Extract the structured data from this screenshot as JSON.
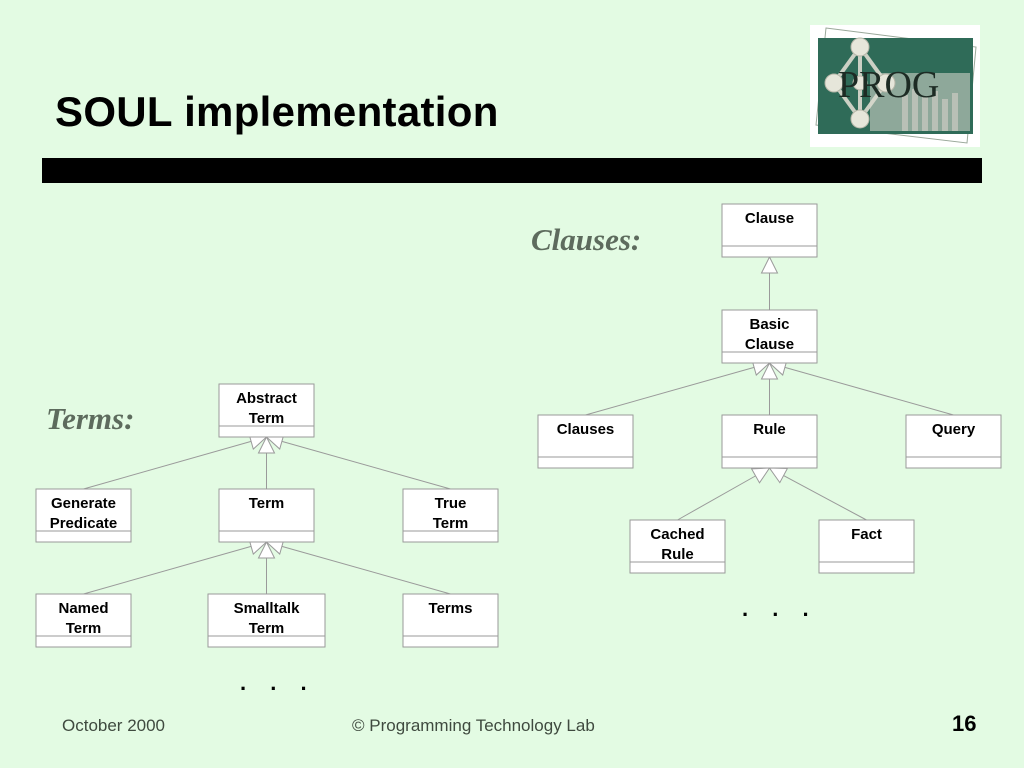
{
  "slide": {
    "title": "SOUL implementation",
    "logo_text": "PROG",
    "colors": {
      "background": "#e3fbe3",
      "bar": "#000000",
      "label": "#5d6b5d",
      "box_border": "#9a9a9a"
    }
  },
  "sections": {
    "terms_label": "Terms:",
    "clauses_label": "Clauses:"
  },
  "diagram": {
    "boxes": [
      {
        "id": "abstract-term",
        "lines": [
          "Abstract",
          "Term"
        ]
      },
      {
        "id": "generate-predicate",
        "lines": [
          "Generate",
          "Predicate"
        ]
      },
      {
        "id": "term",
        "lines": [
          "Term"
        ]
      },
      {
        "id": "true-term",
        "lines": [
          "True",
          "Term"
        ]
      },
      {
        "id": "named-term",
        "lines": [
          "Named",
          "Term"
        ]
      },
      {
        "id": "smalltalk-term",
        "lines": [
          "Smalltalk",
          "Term"
        ]
      },
      {
        "id": "terms",
        "lines": [
          "Terms"
        ]
      },
      {
        "id": "clause",
        "lines": [
          "Clause"
        ]
      },
      {
        "id": "basic-clause",
        "lines": [
          "Basic",
          "Clause"
        ]
      },
      {
        "id": "clauses",
        "lines": [
          "Clauses"
        ]
      },
      {
        "id": "rule",
        "lines": [
          "Rule"
        ]
      },
      {
        "id": "query",
        "lines": [
          "Query"
        ]
      },
      {
        "id": "cached-rule",
        "lines": [
          "Cached",
          "Rule"
        ]
      },
      {
        "id": "fact",
        "lines": [
          "Fact"
        ]
      }
    ],
    "inheritance": [
      {
        "parent": "abstract-term",
        "children": [
          "generate-predicate",
          "term",
          "true-term"
        ]
      },
      {
        "parent": "term",
        "children": [
          "named-term",
          "smalltalk-term",
          "terms"
        ]
      },
      {
        "parent": "clause",
        "children": [
          "basic-clause"
        ]
      },
      {
        "parent": "basic-clause",
        "children": [
          "clauses",
          "rule",
          "query"
        ]
      },
      {
        "parent": "rule",
        "children": [
          "cached-rule",
          "fact"
        ]
      }
    ],
    "ellipsis": ". . ."
  },
  "footer": {
    "date": "October 2000",
    "copyright": "© Programming Technology Lab",
    "page": "16"
  }
}
